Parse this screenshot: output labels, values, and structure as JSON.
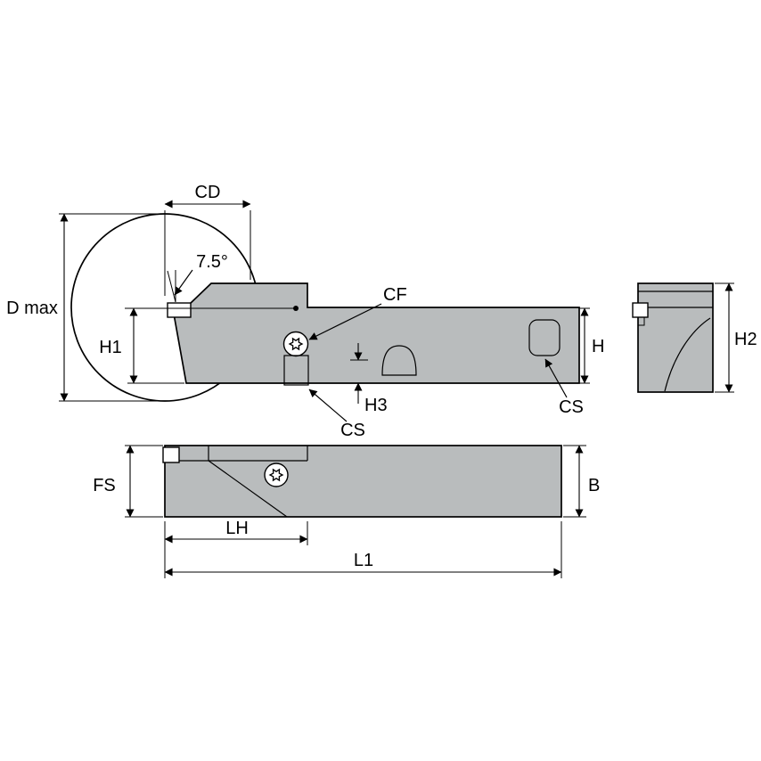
{
  "diagram": {
    "labels": {
      "cd": "CD",
      "angle": "7.5°",
      "d_max": "D max",
      "h1": "H1",
      "cf": "CF",
      "h": "H",
      "h2": "H2",
      "cs_front": "CS",
      "h3": "H3",
      "cs_rear": "CS",
      "fs": "FS",
      "lh": "LH",
      "b": "B",
      "l1": "L1"
    },
    "colors": {
      "body_fill": "#b9bcbd",
      "outline": "#000000",
      "hatch": "#3c3c3c",
      "background": "#ffffff"
    }
  }
}
